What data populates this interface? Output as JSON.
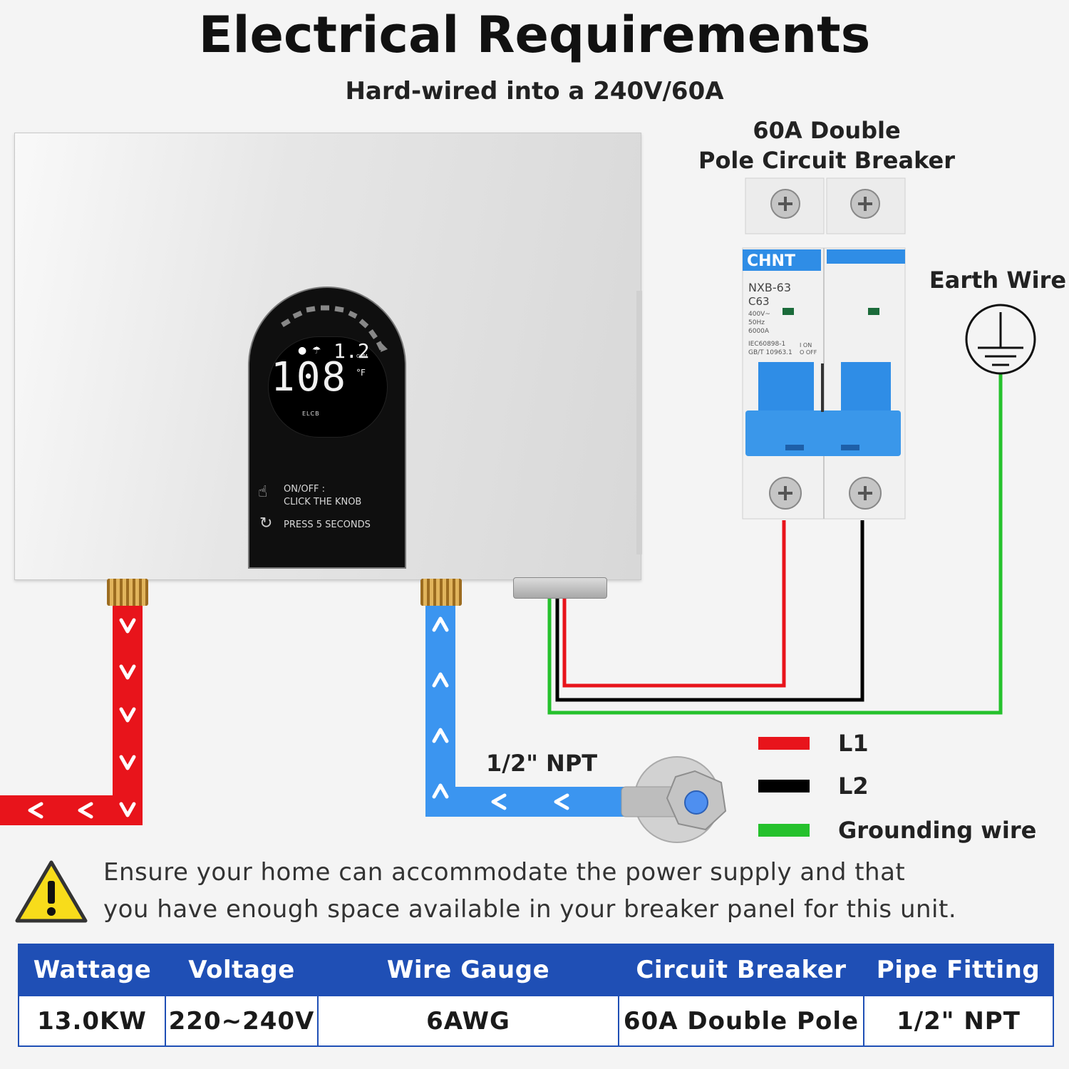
{
  "title": "Electrical Requirements",
  "subtitle": "Hard-wired into a 240V/60A",
  "breaker": {
    "title_line1": "60A Double",
    "title_line2": "Pole Circuit Breaker",
    "brand": "CHNT",
    "model": "NXB-63",
    "rating": "C63",
    "spec_lines": [
      "400V~",
      "50Hz",
      "6000A",
      "IEC60898-1",
      "GB/T 10963.1"
    ],
    "on_label": "I ON",
    "off_label": "O OFF"
  },
  "earth_label": "Earth Wire",
  "heater": {
    "flow_value": "1.2",
    "flow_unit": "GPM",
    "temperature": "108",
    "temp_unit": "°F",
    "elcb": "ELCB",
    "instruction_1a": "ON/OFF :",
    "instruction_1b": "CLICK THE KNOB",
    "instruction_2": "PRESS 5 SECONDS"
  },
  "pipe_label": "1/2\" NPT",
  "legend": [
    {
      "label": "L1",
      "color": "#e8141b"
    },
    {
      "label": "L2",
      "color": "#000000"
    },
    {
      "label": "Grounding wire",
      "color": "#25c12c"
    }
  ],
  "warning": {
    "line1": "Ensure your home can accommodate the power supply and that",
    "line2": "you have enough space available in your breaker panel for this unit."
  },
  "spec_table": {
    "headers": [
      "Wattage",
      "Voltage",
      "Wire Gauge",
      "Circuit Breaker",
      "Pipe Fitting"
    ],
    "values": [
      "13.0KW",
      "220~240V",
      "6AWG",
      "60A Double Pole",
      "1/2\" NPT"
    ]
  },
  "colors": {
    "hot_pipe": "#e8141b",
    "cold_pipe": "#3b95f0",
    "breaker_blue": "#2f8de6",
    "table_header": "#1f4fb5",
    "ground": "#25c12c"
  }
}
